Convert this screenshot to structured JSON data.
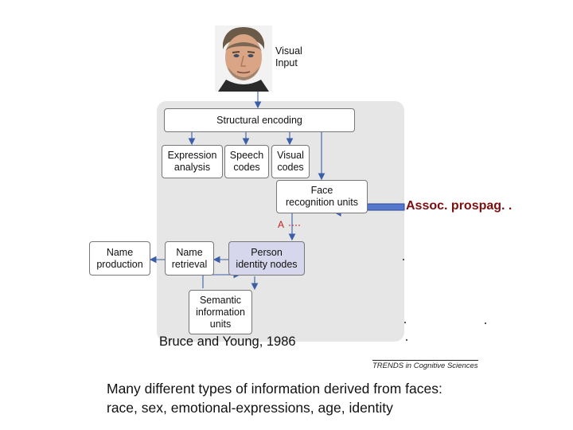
{
  "diagram": {
    "visual_input": "Visual\nInput",
    "structural_encoding": "Structural encoding",
    "expression_analysis": "Expression\nanalysis",
    "speech_codes": "Speech\ncodes",
    "visual_codes": "Visual\ncodes",
    "face_recognition_units": "Face\nrecognition units",
    "person_identity_nodes": "Person\nidentity nodes",
    "name_retrieval": "Name\nretrieval",
    "name_production": "Name\nproduction",
    "semantic_information_units": "Semantic\ninformation\nunits",
    "a_marker": "A",
    "journal_credit": "TRENDS in Cognitive Sciences"
  },
  "annotation": {
    "assoc_label": "Assoc. prospag. ."
  },
  "citation": "Bruce and Young, 1986",
  "caption": {
    "line1": "Many different types of information derived from faces:",
    "line2": "race, sex, emotional-expressions, age, identity"
  },
  "colors": {
    "panel": "#e6e6e6",
    "person_box": "#d6d6ec",
    "connector": "#3a5fa8",
    "arrow_fill": "#5577cc",
    "assoc_text": "#7b1010"
  }
}
